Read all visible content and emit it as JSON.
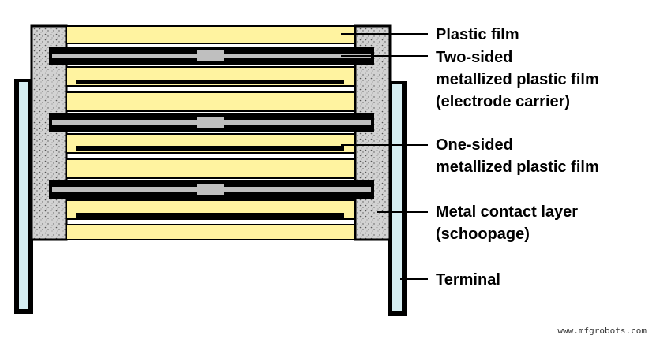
{
  "labels": {
    "plastic_film": "Plastic film",
    "two_sided": [
      "Two-sided",
      "metallized plastic film",
      "(electrode carrier)"
    ],
    "one_sided": [
      "One-sided",
      "metallized plastic film"
    ],
    "contact_layer": [
      "Metal contact layer",
      "(schoopage)"
    ],
    "terminal": "Terminal"
  },
  "watermark": "www.mfgrobots.com",
  "colors": {
    "plastic_film": "#fff3a0",
    "film_outline": "#000000",
    "metallization": "#000000",
    "electrode_carrier_fill": "#bfbfbf",
    "schoopage": "#cfcfcf",
    "terminal": "#d6eef2",
    "background": "#ffffff"
  },
  "icons": {
    "schoopage_texture": "stipple-dots"
  }
}
